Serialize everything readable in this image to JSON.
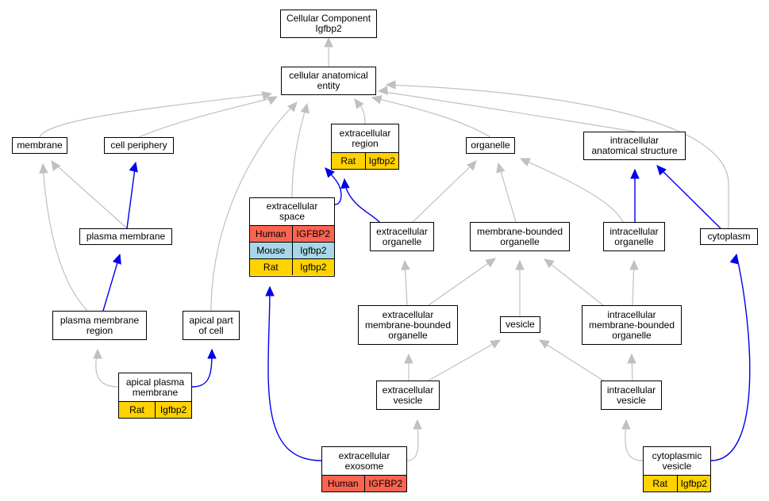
{
  "colors": {
    "gray_edge": "#c0c0c0",
    "blue_edge": "#0000ee",
    "Human": "#fa6450",
    "Mouse": "#a8d8e8",
    "Rat": "#ffd200"
  },
  "nodes": {
    "root": {
      "line1": "Cellular Component",
      "line2": "Igfbp2",
      "rows": []
    },
    "cae": {
      "line1": "cellular anatomical",
      "line2": "entity",
      "rows": []
    },
    "membrane": {
      "line1": "membrane",
      "line2": "",
      "rows": []
    },
    "cell_periphery": {
      "line1": "cell periphery",
      "line2": "",
      "rows": []
    },
    "extracellular_region": {
      "line1": "extracellular",
      "line2": "region",
      "rows": [
        {
          "species": "Rat",
          "gene": "Igfbp2"
        }
      ]
    },
    "organelle": {
      "line1": "organelle",
      "line2": "",
      "rows": []
    },
    "intracellular_anatomical": {
      "line1": "intracellular",
      "line2": "anatomical structure",
      "rows": []
    },
    "plasma_membrane": {
      "line1": "plasma membrane",
      "line2": "",
      "rows": []
    },
    "extracellular_space": {
      "line1": "extracellular",
      "line2": "space",
      "rows": [
        {
          "species": "Human",
          "gene": "IGFBP2"
        },
        {
          "species": "Mouse",
          "gene": "Igfbp2"
        },
        {
          "species": "Rat",
          "gene": "Igfbp2"
        }
      ]
    },
    "extracellular_organelle": {
      "line1": "extracellular",
      "line2": "organelle",
      "rows": []
    },
    "membrane_bounded_organelle": {
      "line1": "membrane-bounded",
      "line2": "organelle",
      "rows": []
    },
    "intracellular_organelle": {
      "line1": "intracellular",
      "line2": "organelle",
      "rows": []
    },
    "cytoplasm": {
      "line1": "cytoplasm",
      "line2": "",
      "rows": []
    },
    "plasma_membrane_region": {
      "line1": "plasma membrane",
      "line2": "region",
      "rows": []
    },
    "apical_part_of_cell": {
      "line1": "apical part",
      "line2": "of cell",
      "rows": []
    },
    "ec_mb_organelle": {
      "line1": "extracellular",
      "line2": "membrane-bounded",
      "line3": "organelle",
      "rows": []
    },
    "vesicle": {
      "line1": "vesicle",
      "line2": "",
      "rows": []
    },
    "ic_mb_organelle": {
      "line1": "intracellular",
      "line2": "membrane-bounded",
      "line3": "organelle",
      "rows": []
    },
    "apical_plasma_membrane": {
      "line1": "apical plasma",
      "line2": "membrane",
      "rows": [
        {
          "species": "Rat",
          "gene": "Igfbp2"
        }
      ]
    },
    "extracellular_vesicle": {
      "line1": "extracellular",
      "line2": "vesicle",
      "rows": []
    },
    "intracellular_vesicle": {
      "line1": "intracellular",
      "line2": "vesicle",
      "rows": []
    },
    "extracellular_exosome": {
      "line1": "extracellular",
      "line2": "exosome",
      "rows": [
        {
          "species": "Human",
          "gene": "IGFBP2"
        }
      ]
    },
    "cytoplasmic_vesicle": {
      "line1": "cytoplasmic",
      "line2": "vesicle",
      "rows": [
        {
          "species": "Rat",
          "gene": "Igfbp2"
        }
      ]
    }
  },
  "edges": [
    {
      "from": "cae",
      "to": "root",
      "kind": "gray"
    },
    {
      "from": "membrane",
      "to": "cae",
      "kind": "gray"
    },
    {
      "from": "cell_periphery",
      "to": "cae",
      "kind": "gray"
    },
    {
      "from": "extracellular_region",
      "to": "cae",
      "kind": "gray"
    },
    {
      "from": "organelle",
      "to": "cae",
      "kind": "gray"
    },
    {
      "from": "intracellular_anatomical",
      "to": "cae",
      "kind": "gray"
    },
    {
      "from": "cytoplasm",
      "to": "cae",
      "kind": "gray"
    },
    {
      "from": "extracellular_space",
      "to": "cae",
      "kind": "gray"
    },
    {
      "from": "apical_part_of_cell",
      "to": "cae",
      "kind": "gray"
    },
    {
      "from": "plasma_membrane",
      "to": "membrane",
      "kind": "gray"
    },
    {
      "from": "plasma_membrane",
      "to": "cell_periphery",
      "kind": "blue"
    },
    {
      "from": "plasma_membrane_region",
      "to": "plasma_membrane",
      "kind": "blue"
    },
    {
      "from": "plasma_membrane_region",
      "to": "membrane",
      "kind": "gray"
    },
    {
      "from": "apical_plasma_membrane",
      "to": "plasma_membrane_region",
      "kind": "gray"
    },
    {
      "from": "apical_plasma_membrane",
      "to": "apical_part_of_cell",
      "kind": "blue"
    },
    {
      "from": "extracellular_space",
      "to": "extracellular_region",
      "kind": "blue"
    },
    {
      "from": "extracellular_organelle",
      "to": "extracellular_region",
      "kind": "blue"
    },
    {
      "from": "extracellular_organelle",
      "to": "organelle",
      "kind": "gray"
    },
    {
      "from": "membrane_bounded_organelle",
      "to": "organelle",
      "kind": "gray"
    },
    {
      "from": "intracellular_organelle",
      "to": "organelle",
      "kind": "gray"
    },
    {
      "from": "intracellular_organelle",
      "to": "intracellular_anatomical",
      "kind": "blue"
    },
    {
      "from": "cytoplasm",
      "to": "intracellular_anatomical",
      "kind": "blue"
    },
    {
      "from": "ec_mb_organelle",
      "to": "extracellular_organelle",
      "kind": "gray"
    },
    {
      "from": "ec_mb_organelle",
      "to": "membrane_bounded_organelle",
      "kind": "gray"
    },
    {
      "from": "vesicle",
      "to": "membrane_bounded_organelle",
      "kind": "gray"
    },
    {
      "from": "ic_mb_organelle",
      "to": "membrane_bounded_organelle",
      "kind": "gray"
    },
    {
      "from": "ic_mb_organelle",
      "to": "intracellular_organelle",
      "kind": "gray"
    },
    {
      "from": "extracellular_vesicle",
      "to": "ec_mb_organelle",
      "kind": "gray"
    },
    {
      "from": "extracellular_vesicle",
      "to": "vesicle",
      "kind": "gray"
    },
    {
      "from": "intracellular_vesicle",
      "to": "vesicle",
      "kind": "gray"
    },
    {
      "from": "intracellular_vesicle",
      "to": "ic_mb_organelle",
      "kind": "gray"
    },
    {
      "from": "extracellular_exosome",
      "to": "extracellular_vesicle",
      "kind": "gray"
    },
    {
      "from": "extracellular_exosome",
      "to": "extracellular_space",
      "kind": "blue"
    },
    {
      "from": "cytoplasmic_vesicle",
      "to": "intracellular_vesicle",
      "kind": "gray"
    },
    {
      "from": "cytoplasmic_vesicle",
      "to": "cytoplasm",
      "kind": "blue"
    }
  ]
}
